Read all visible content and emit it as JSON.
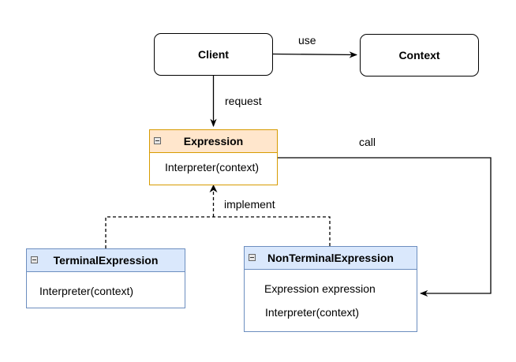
{
  "nodes": {
    "client": "Client",
    "context": "Context",
    "expression": {
      "title": "Expression",
      "methods": [
        "Interpreter(context)"
      ],
      "colors": {
        "header_fill": "#ffe6cc",
        "border": "#d79b00"
      }
    },
    "terminal": {
      "title": "TerminalExpression",
      "methods": [
        "Interpreter(context)"
      ],
      "colors": {
        "header_fill": "#dae8fc",
        "border": "#6c8ebf"
      }
    },
    "nonterminal": {
      "title": "NonTerminalExpression",
      "fields": [
        "Expression expression"
      ],
      "methods": [
        "Interpreter(context)"
      ],
      "colors": {
        "header_fill": "#dae8fc",
        "border": "#6c8ebf"
      }
    }
  },
  "edges": {
    "use": "use",
    "request": "request",
    "call": "call",
    "implement": "implement"
  },
  "icons": {
    "collapse": "collapse-toggle-icon"
  }
}
